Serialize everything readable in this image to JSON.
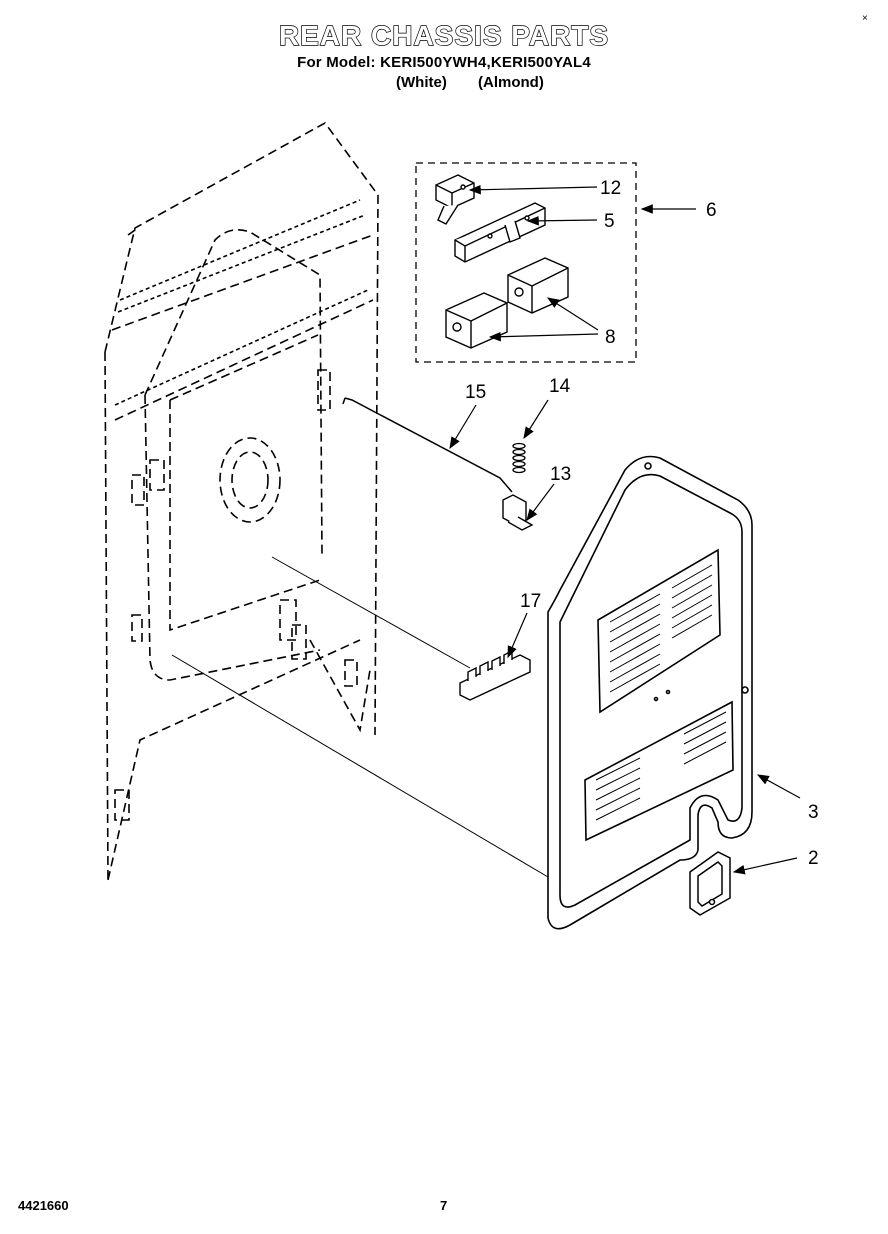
{
  "header": {
    "title": "REAR CHASSIS PARTS",
    "model_line": "For Model: KERI500YWH4,KERI500YAL4",
    "variant_white": "(White)",
    "variant_almond": "(Almond)",
    "corner_mark": "×"
  },
  "callouts": {
    "c12": "12",
    "c5": "5",
    "c6": "6",
    "c8": "8",
    "c15": "15",
    "c14": "14",
    "c13": "13",
    "c17": "17",
    "c3": "3",
    "c2": "2"
  },
  "footer": {
    "doc_number": "4421660",
    "page_number": "7"
  }
}
